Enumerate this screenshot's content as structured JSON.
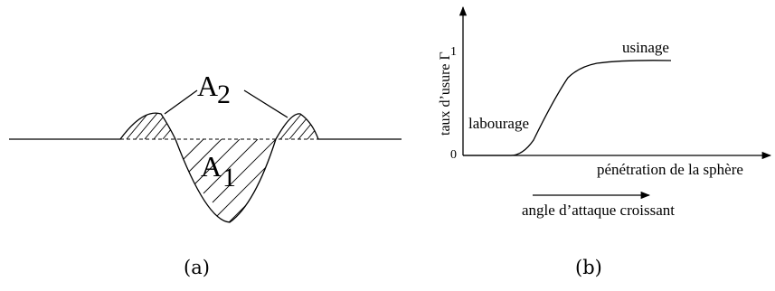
{
  "panel_a": {
    "caption": "(a)",
    "label_a2_letter": "A",
    "label_a2_sub": "2",
    "label_a1_letter": "A",
    "label_a1_sub": "1"
  },
  "panel_b": {
    "caption": "(b)",
    "ylabel": "taux d’usure Γ",
    "xlabel": "pénétration de la sphère",
    "tick_y_1": "1",
    "tick_y_0": "0",
    "label_labourage": "labourage",
    "label_usinage": "usinage",
    "label_angle": "angle d’attaque croissant"
  }
}
